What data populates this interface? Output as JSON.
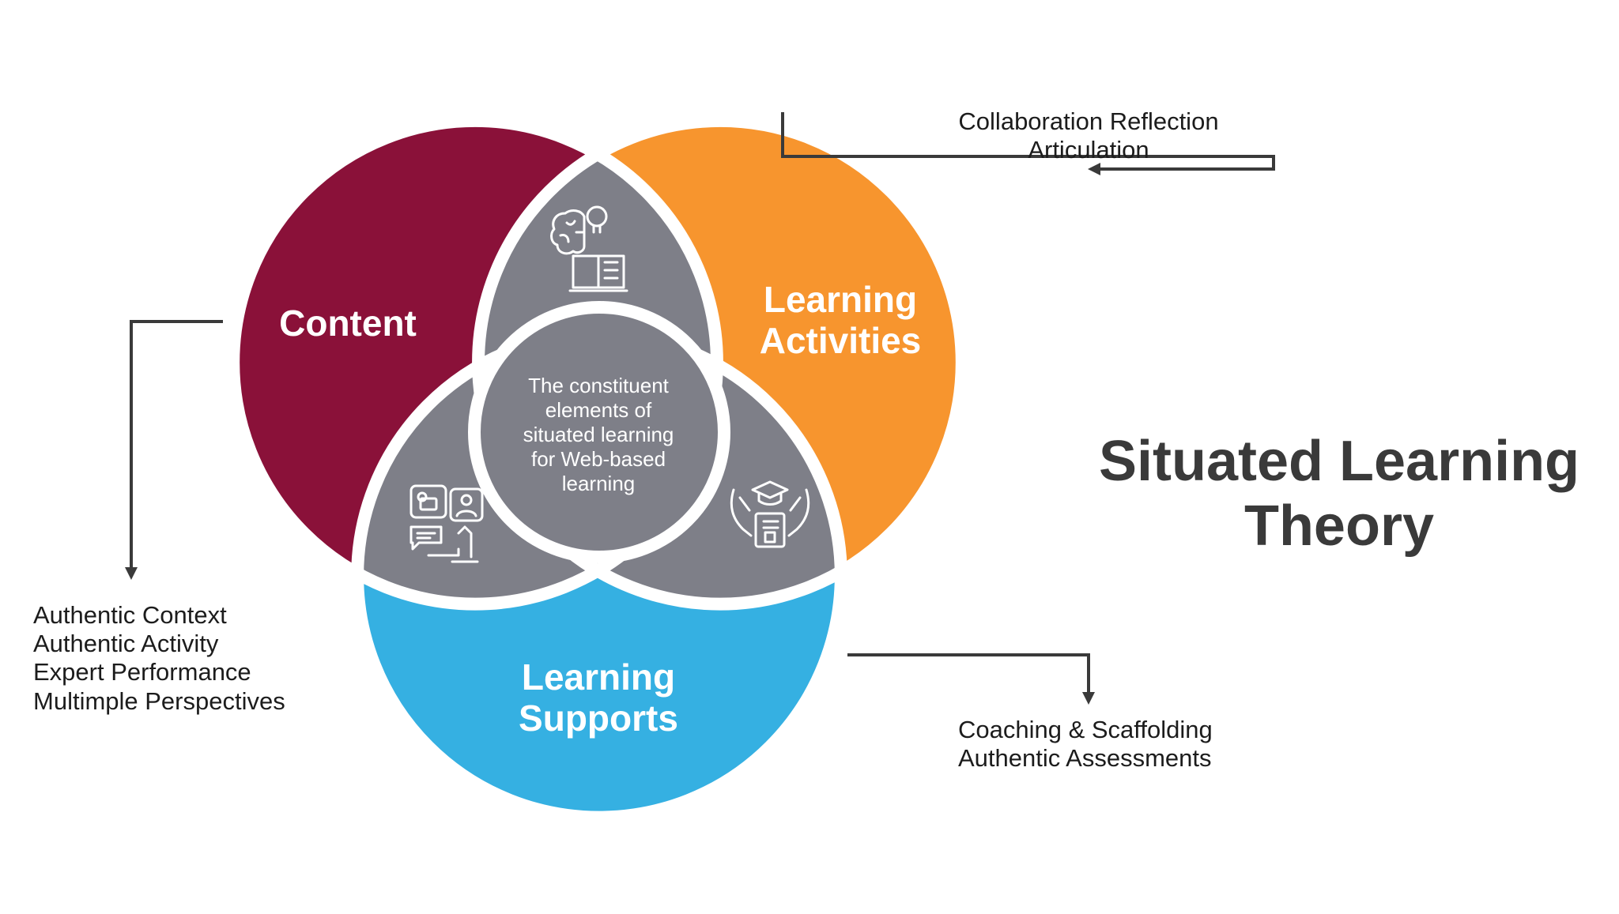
{
  "colors": {
    "content": "#8a1139",
    "activities": "#f7952e",
    "supports": "#35b0e2",
    "overlap": "#7e7f88",
    "separator": "#ffffff",
    "connector": "#3a3a3a",
    "title": "#3a3a3a"
  },
  "circles": {
    "content": {
      "label": "Content"
    },
    "activities": {
      "label_line1": "Learning",
      "label_line2": "Activities"
    },
    "supports": {
      "label_line1": "Learning",
      "label_line2": "Supports"
    }
  },
  "center": {
    "lines": [
      "The constituent",
      "elements of",
      "situated learning",
      "for Web-based",
      "learning"
    ]
  },
  "icons": {
    "top": "brain-lightbulb-book-icon",
    "left": "media-chat-icon",
    "right": "hands-graduation-book-icon"
  },
  "callouts": {
    "activities": {
      "line1": "Collaboration Reflection",
      "line2": "Articulation"
    },
    "content": {
      "lines": [
        "Authentic Context",
        "Authentic Activity",
        "Expert Performance",
        "Multimple Perspectives"
      ]
    },
    "supports": {
      "lines": [
        "Coaching & Scaffolding",
        "Authentic Assessments"
      ]
    }
  },
  "title": {
    "line1": "Situated Learning",
    "line2": "Theory"
  }
}
